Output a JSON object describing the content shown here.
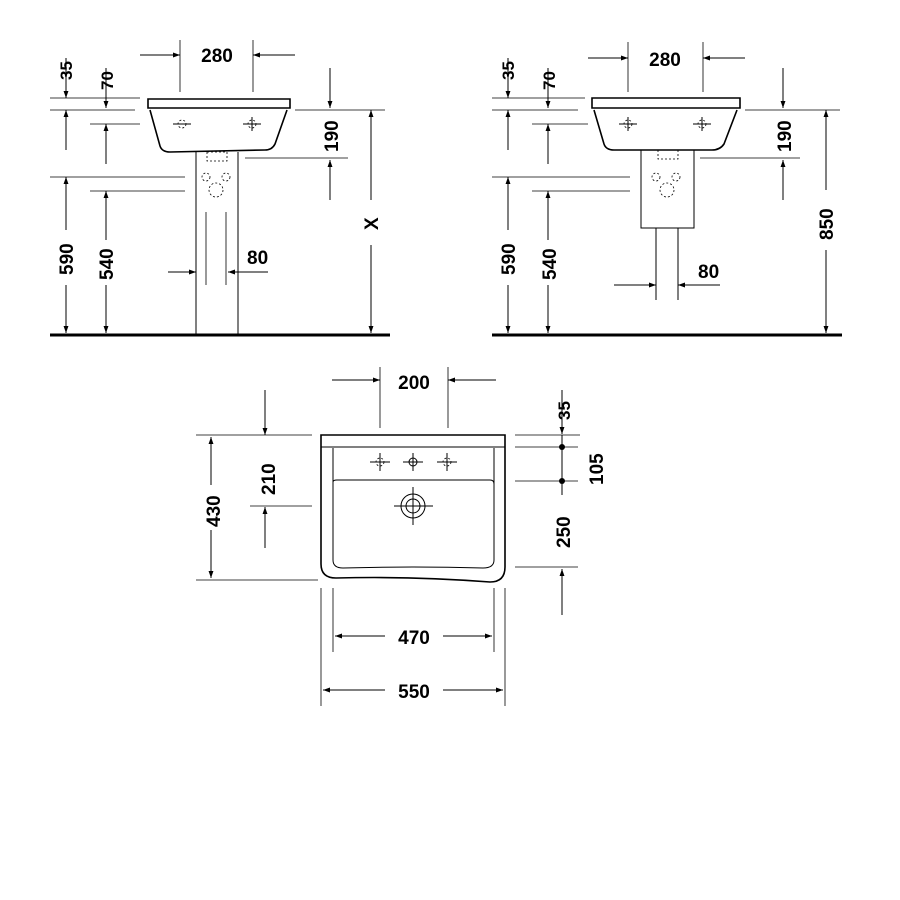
{
  "title": "Washbasin dimension drawing",
  "colors": {
    "line": "#000000",
    "background": "#ffffff"
  },
  "side_view_pedestal": {
    "tap_spacing": "280",
    "rim_thickness": "35",
    "tap_depth": "70",
    "bowl_depth": "190",
    "height_total": "X",
    "height_590": "590",
    "height_540": "540",
    "pedestal_width": "80"
  },
  "side_view_semi_pedestal": {
    "tap_spacing": "280",
    "rim_thickness": "35",
    "tap_depth": "70",
    "bowl_depth": "190",
    "height_total": "850",
    "height_590": "590",
    "height_540": "540",
    "pipe_width": "80"
  },
  "top_view": {
    "tap_spacing": "200",
    "rim_offset": "35",
    "tap_row": "105",
    "drain_position": "210",
    "depth_total": "430",
    "bowl_length": "250",
    "inner_width": "470",
    "outer_width": "550"
  }
}
